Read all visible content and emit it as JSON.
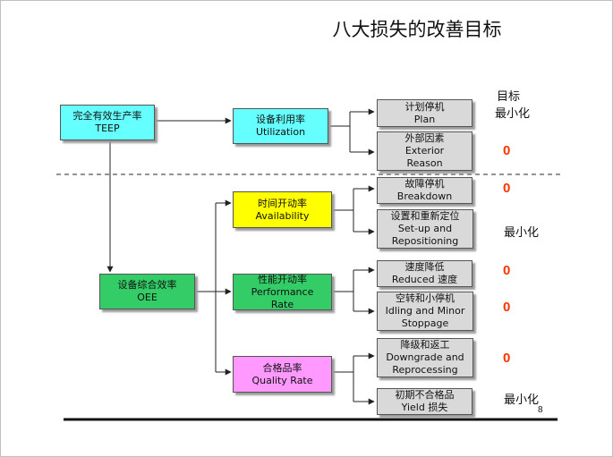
{
  "title": "八大损失的改善目标",
  "boxes": {
    "teep": {
      "cn": "完全有效生产率",
      "en": "TEEP"
    },
    "utilization": {
      "cn": "设备利用率",
      "en": "Utilization"
    },
    "plan": {
      "cn": "计划停机",
      "en": "Plan"
    },
    "exterior": {
      "cn": "外部因素",
      "en1": "Exterior",
      "en2": "Reason"
    },
    "oee": {
      "cn": "设备综合效率",
      "en": "OEE"
    },
    "availability": {
      "cn": "时间开动率",
      "en": "Availability"
    },
    "performance": {
      "cn": "性能开动率",
      "en1": "Performance",
      "en2": "Rate"
    },
    "quality": {
      "cn": "合格品率",
      "en": "Quality Rate"
    },
    "breakdown": {
      "cn": "故障停机",
      "en": "Breakdown"
    },
    "setup": {
      "cn": "设置和重新定位",
      "en1": "Set-up and",
      "en2": "Repositioning"
    },
    "reduced": {
      "cn": "速度降低",
      "en": "Reduced 速度"
    },
    "idling": {
      "cn": "空转和小停机",
      "en1": "Idling and Minor",
      "en2": "Stoppage"
    },
    "downgrade": {
      "cn": "降级和返工",
      "en1": "Downgrade and",
      "en2": "Reprocessing"
    },
    "yield": {
      "cn": "初期不合格品",
      "en": "Yield 损失"
    }
  },
  "targets": {
    "header_1": "目标",
    "header_2": "最小化",
    "exterior": "0",
    "breakdown": "0",
    "setup": "最小化",
    "reduced": "0",
    "idling": "0",
    "downgrade": "0",
    "yield": "最小化"
  },
  "page_number": "8",
  "colors": {
    "teep_fill": "#66ffff",
    "utilization_fill": "#66ffff",
    "oee_fill": "#33cc66",
    "performance_fill": "#33cc66",
    "availability_fill": "#ffff00",
    "quality_fill": "#ff99ff",
    "loss_fill": "#d9d9d9",
    "zero_text": "#ff3300"
  }
}
